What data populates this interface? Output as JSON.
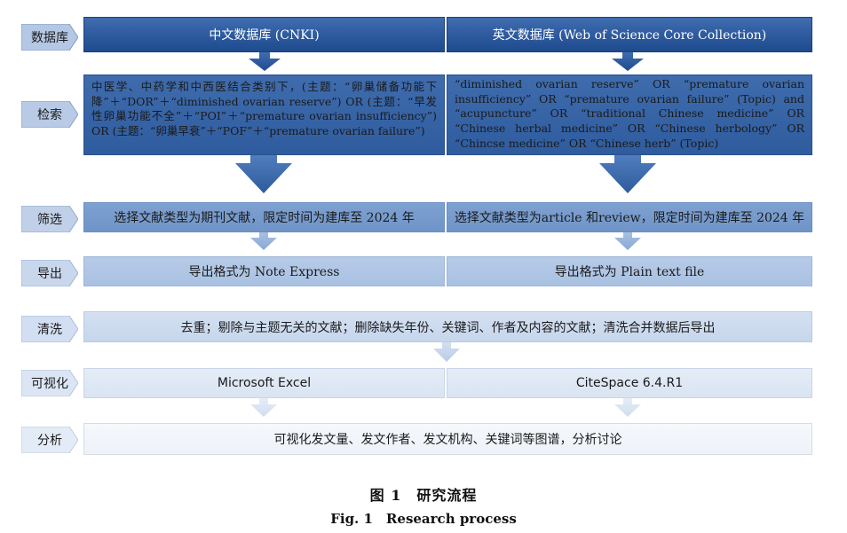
{
  "stages": {
    "database": "数据库",
    "search": "检索",
    "screening": "筛选",
    "export": "导出",
    "cleaning": "清洗",
    "visualization": "可视化",
    "analysis": "分析"
  },
  "database": {
    "cn": "中文数据库 (CNKI)",
    "en": "英文数据库 (Web of Science Core Collection)"
  },
  "search": {
    "cn": "中医学、中药学和中西医结合类别下，(主题：“卵巢储备功能下降”＋“DOR”＋“diminished ovarian reserve”) OR (主题：“早发性卵巢功能不全”＋“POI”＋“premature ovarian insufficiency”) OR (主题：“卵巢早衰”＋“POF”＋“premature ovarian failure”)",
    "en": "“diminished ovarian reserve” OR “premature ovarian insufficiency” OR “premature ovarian failure” (Topic) and “acupuncture” OR “traditional Chinese medicine” OR “Chinese herbal medicine” OR “Chinese herbology” OR “Chincse medicine” OR “Chinese herb” (Topic)"
  },
  "screening": {
    "cn": "选择文献类型为期刊文献，限定时间为建库至 2024 年",
    "en": "选择文献类型为article 和review，限定时间为建库至 2024 年"
  },
  "export": {
    "cn": "导出格式为 Note Express",
    "en": "导出格式为 Plain text file"
  },
  "cleaning": {
    "text": "去重；剔除与主题无关的文献；删除缺失年份、关键词、作者及内容的文献；清洗合并数据后导出"
  },
  "visualization": {
    "cn": "Microsoft Excel",
    "en": "CiteSpace 6.4.R1"
  },
  "analysis": {
    "text": "可视化发文量、发文作者、发文机构、关键词等图谱，分析讨论"
  },
  "caption": {
    "zh": "图 1　研究流程",
    "en": "Fig. 1　Research process"
  },
  "colors": {
    "dark_blue": "#1e4a8e",
    "mid_blue": "#3f6cad",
    "light_blue": "#7ea1d1",
    "pale_blue": "#b6cbe7"
  }
}
